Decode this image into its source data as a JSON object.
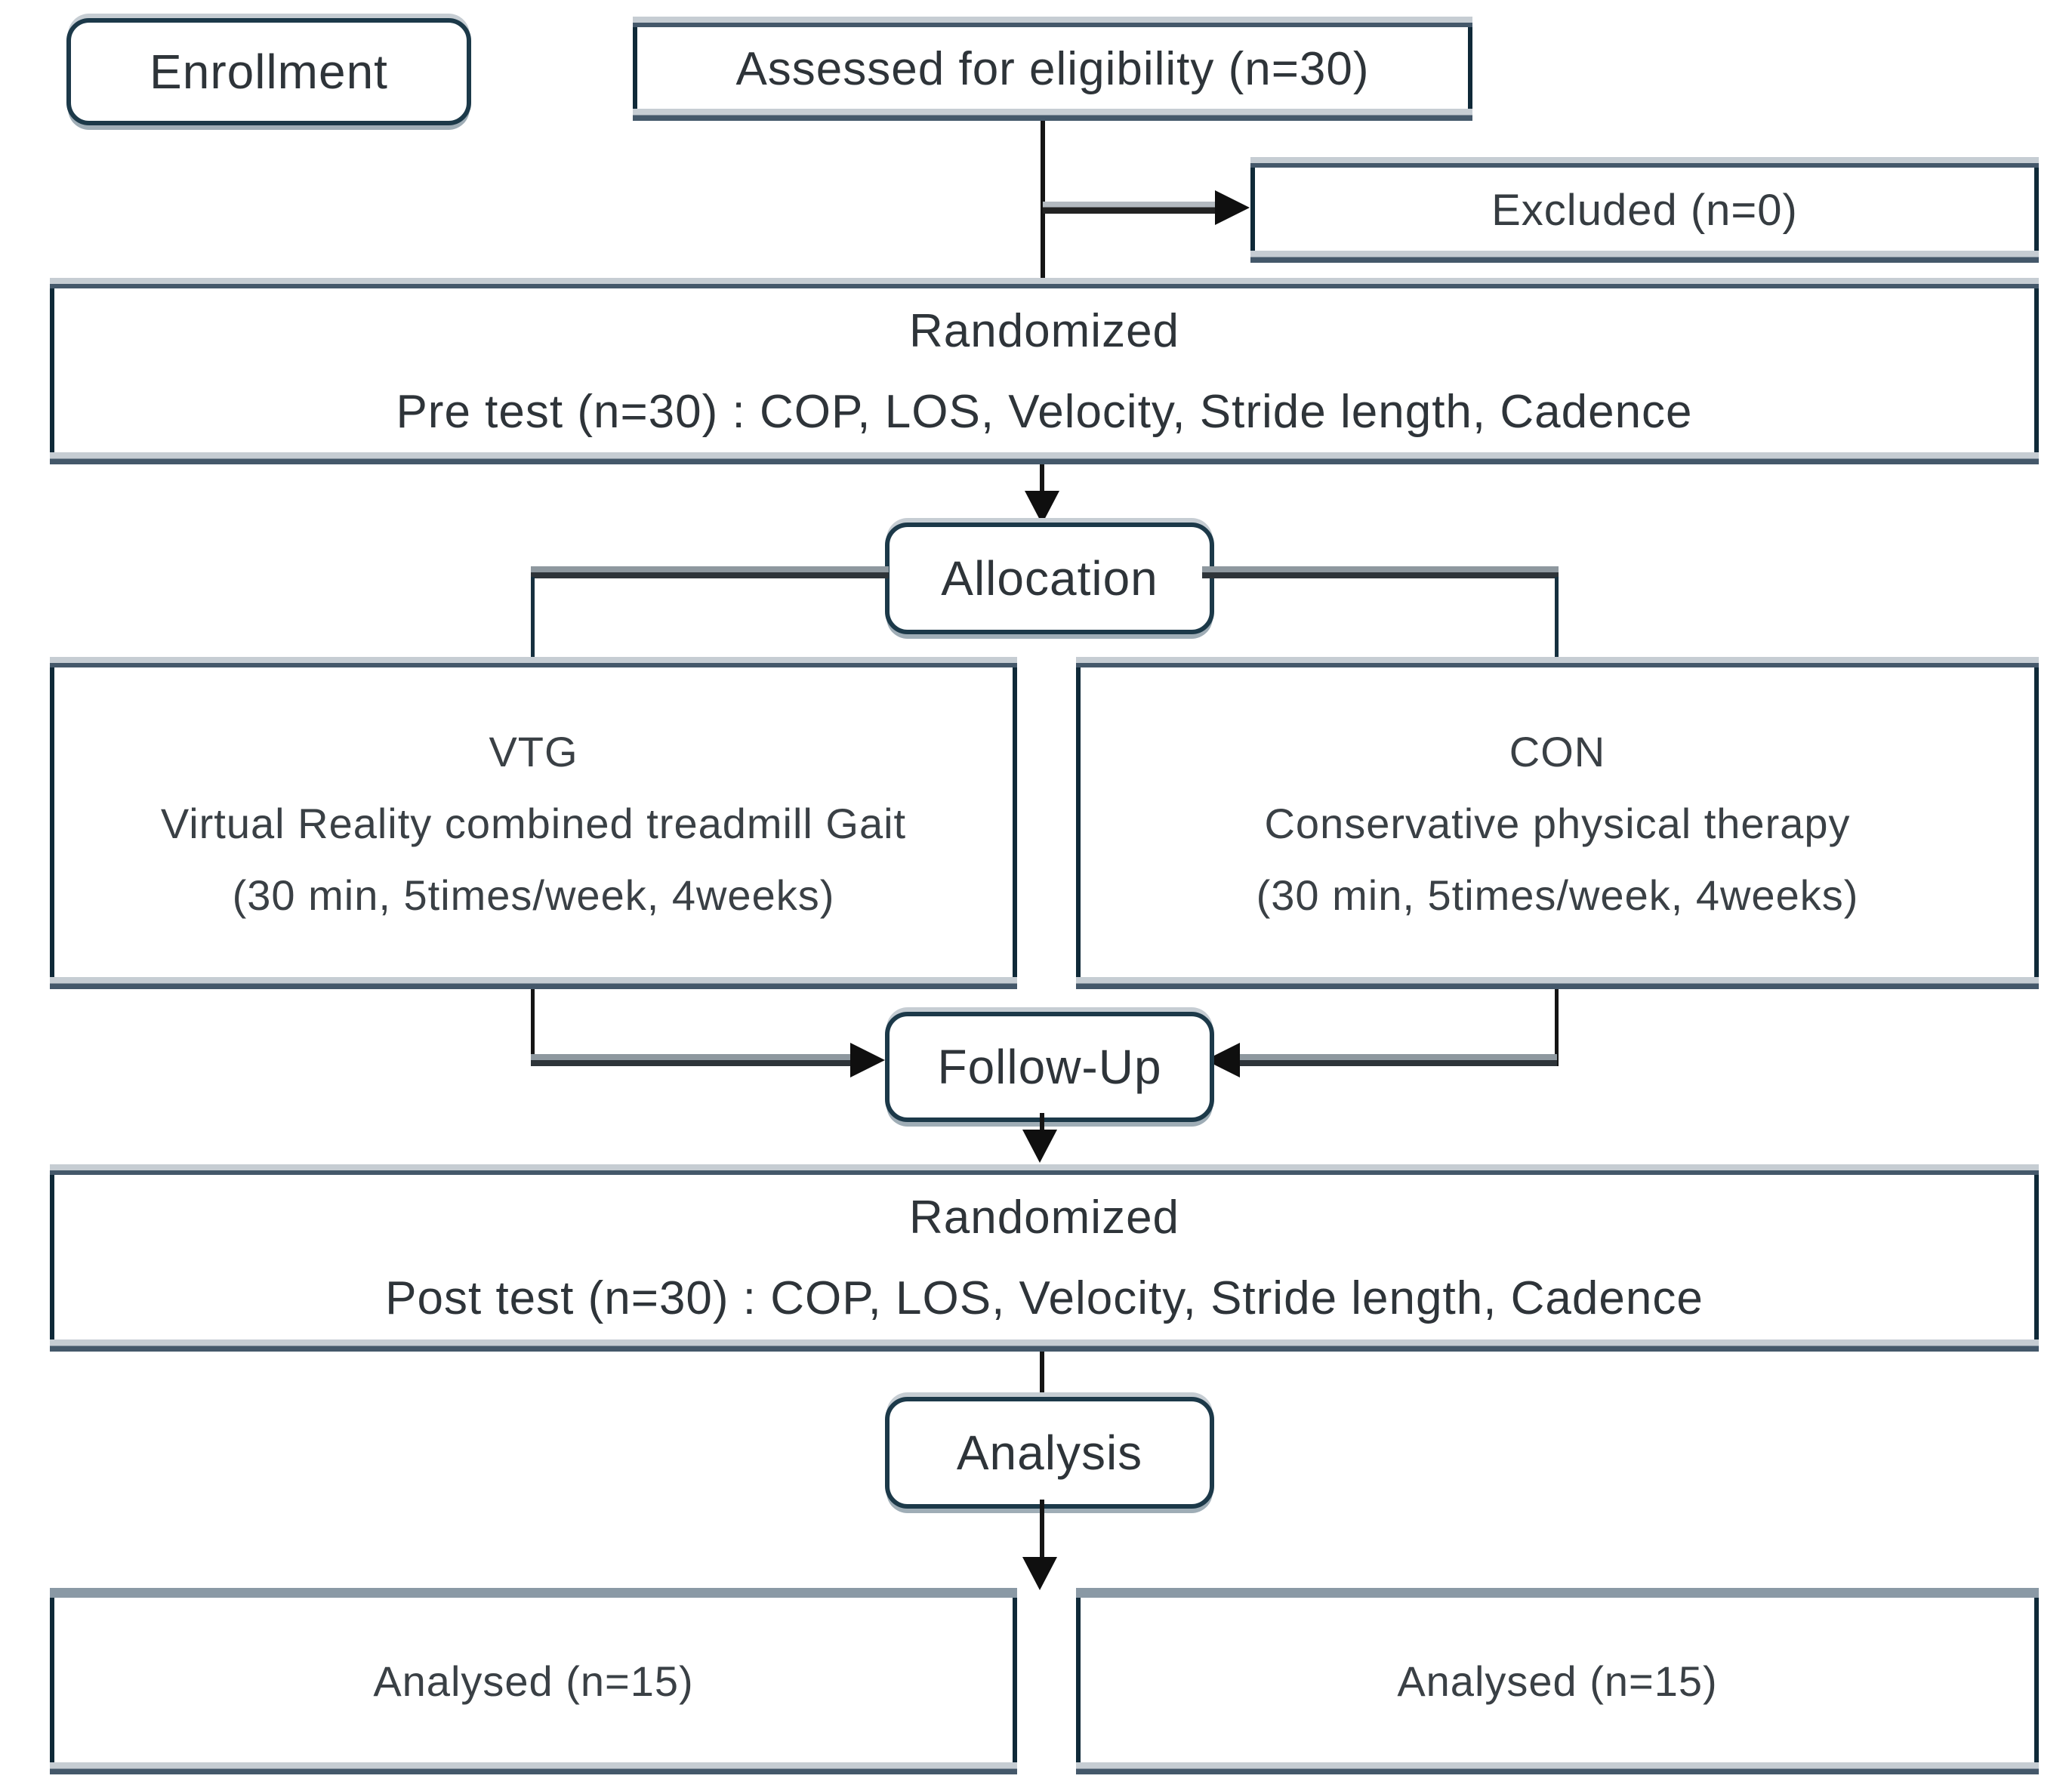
{
  "stages": {
    "enrollment": "Enrollment",
    "allocation": "Allocation",
    "followup": "Follow-Up",
    "analysis": "Analysis"
  },
  "boxes": {
    "assessed": "Assessed for eligibility (n=30)",
    "excluded": "Excluded (n=0)",
    "randomized_pre": {
      "line1": "Randomized",
      "line2": "Pre test (n=30) : COP, LOS, Velocity, Stride length, Cadence"
    },
    "vtg": {
      "line1": "VTG",
      "line2": "Virtual Reality combined treadmill Gait",
      "line3": "(30 min, 5times/week, 4weeks)"
    },
    "con": {
      "line1": "CON",
      "line2": "Conservative physical therapy",
      "line3": "(30 min, 5times/week, 4weeks)"
    },
    "randomized_post": {
      "line1": "Randomized",
      "line2": "Post test (n=30) : COP, LOS, Velocity, Stride length, Cadence"
    },
    "analysed_left": "Analysed (n=15)",
    "analysed_right": "Analysed (n=15)"
  },
  "colors": {
    "box_border_dark": "#0f2938",
    "band_light": "#c6cdd3",
    "band_slate": "#44586a",
    "band_gray": "#8a99a5",
    "stage_outline": "#1c3949",
    "connector_line": "#151515",
    "text": "#2e3439",
    "background": "#ffffff"
  }
}
